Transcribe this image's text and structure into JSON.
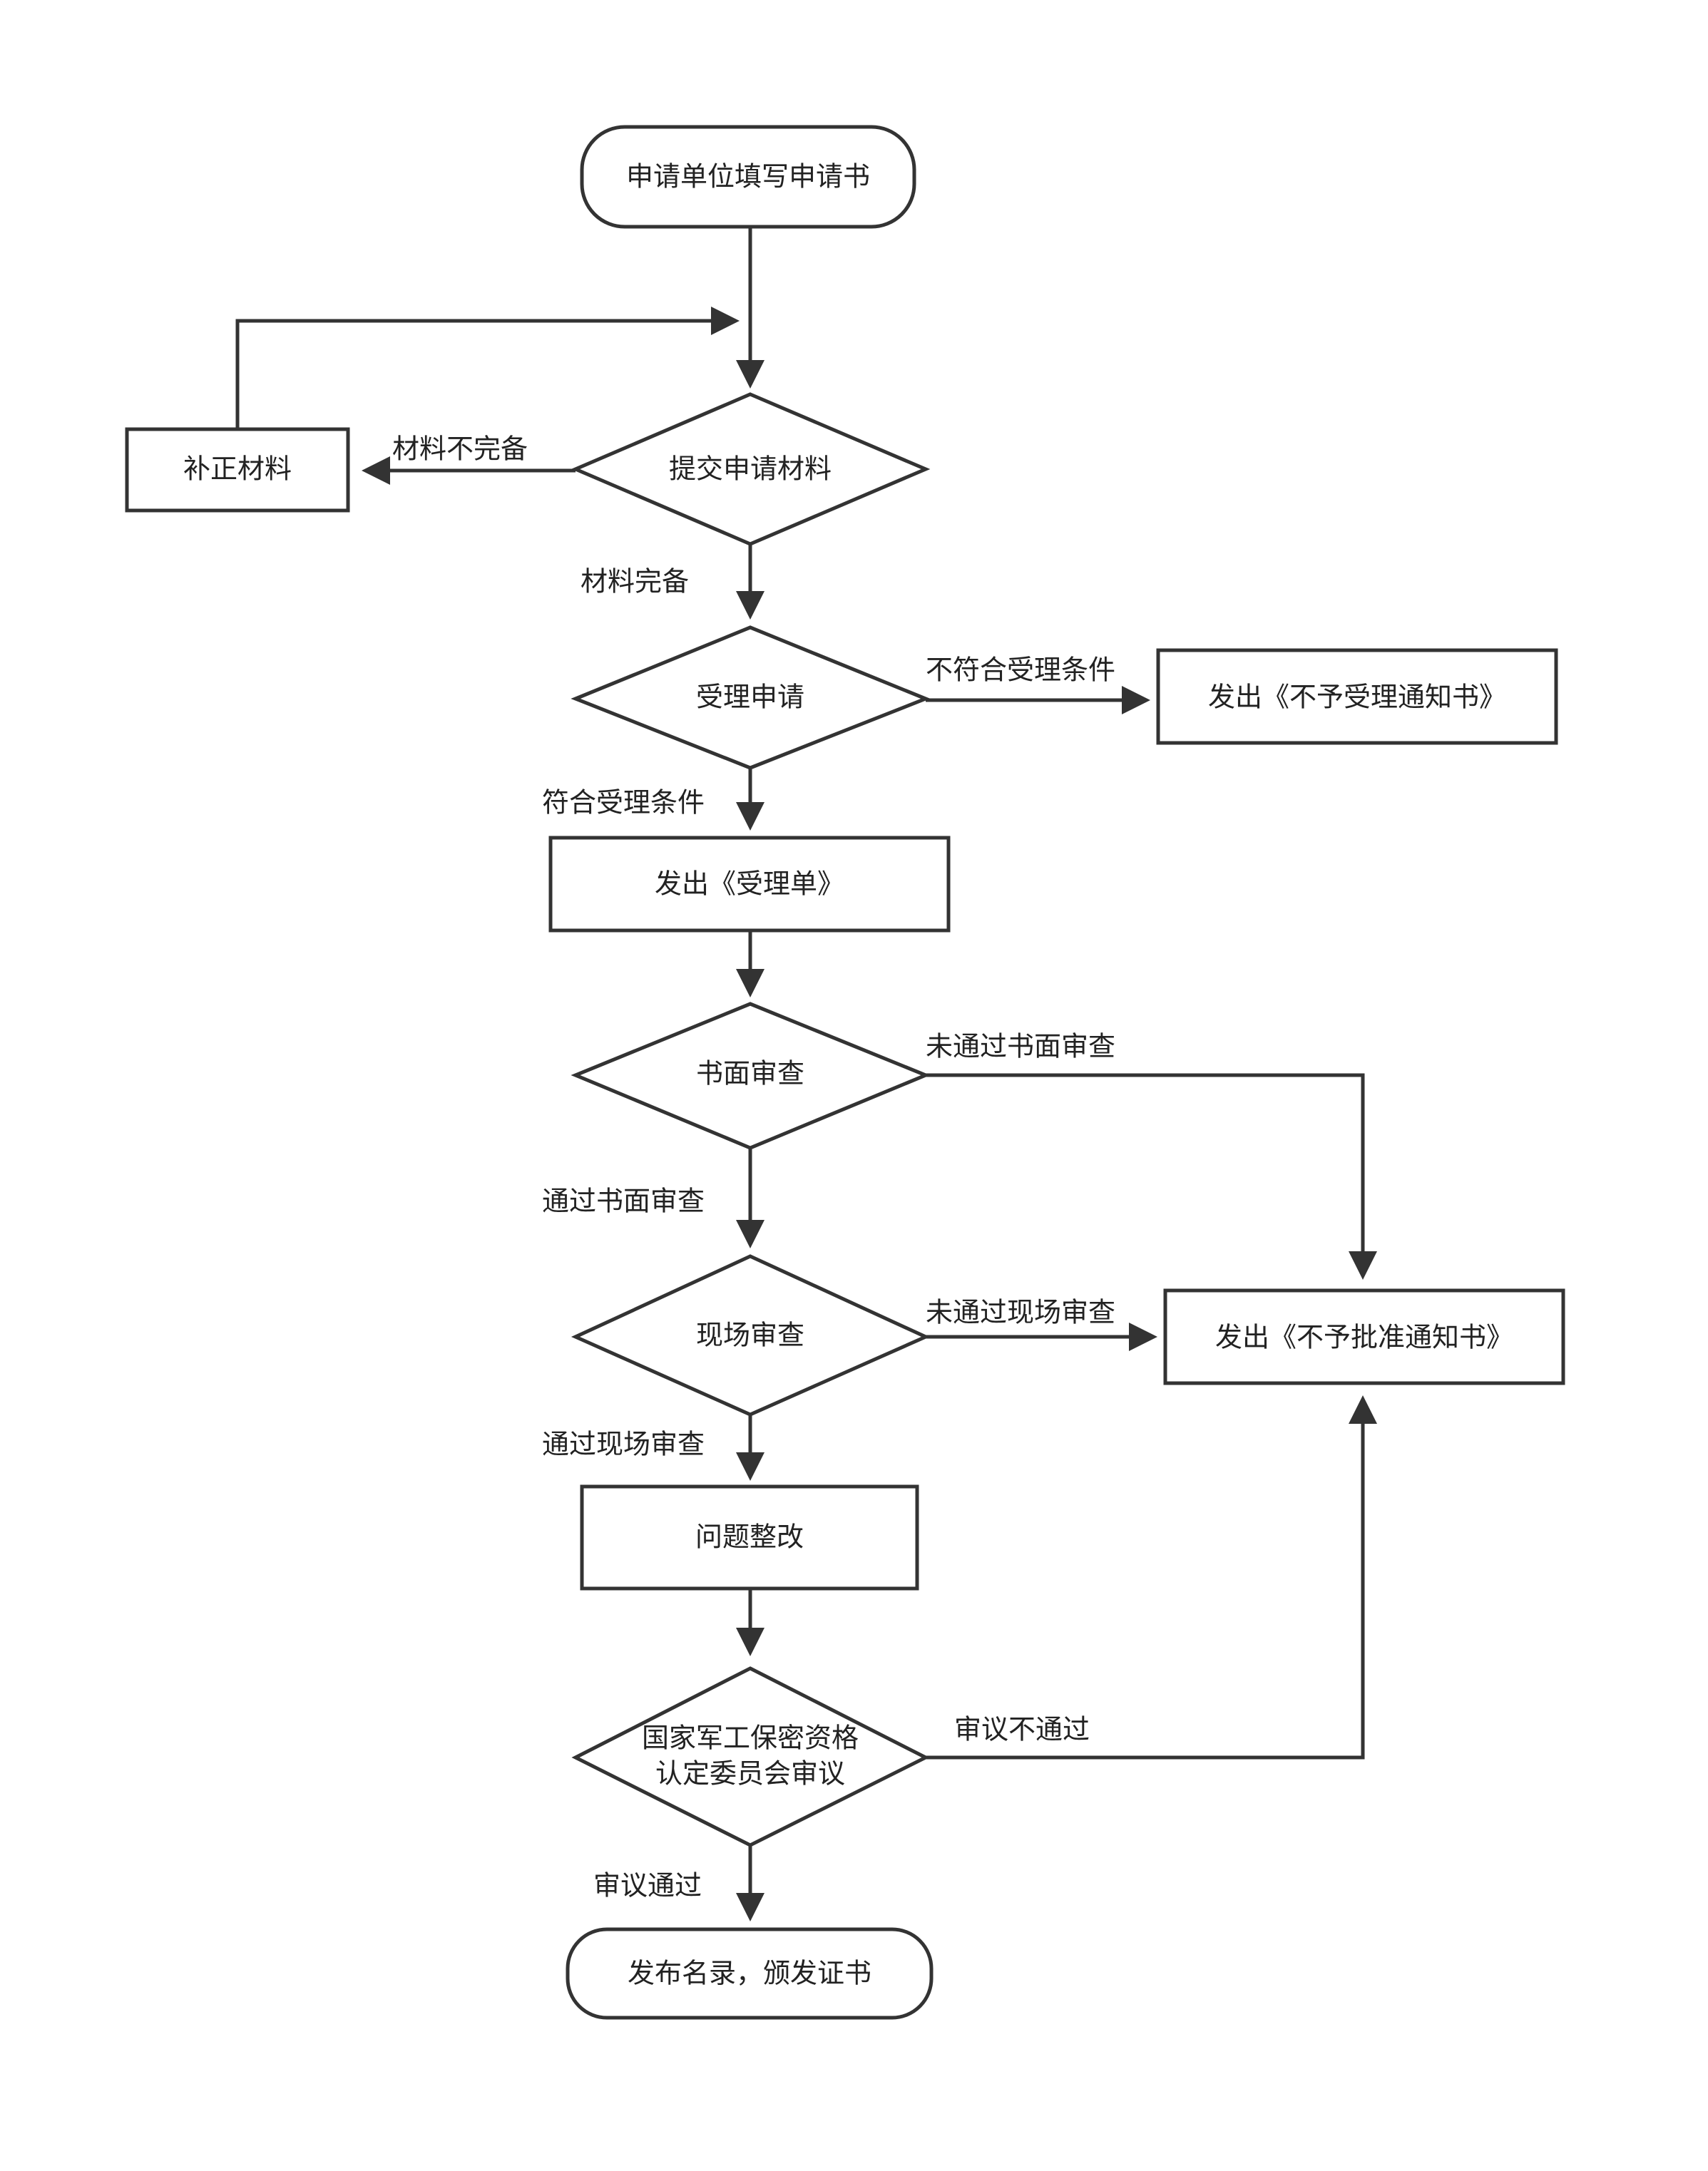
{
  "nodes": {
    "fill_application": "申请单位填写申请书",
    "supplement_materials": "补正材料",
    "submit_materials": "提交申请材料",
    "accept_application": "受理申请",
    "issue_rejection_notice": "发出《不予受理通知书》",
    "issue_acceptance_form": "发出《受理单》",
    "document_review": "书面审查",
    "onsite_review": "现场审查",
    "issue_denial_notice": "发出《不予批准通知书》",
    "rectification": "问题整改",
    "committee_review_line1": "国家军工保密资格",
    "committee_review_line2": "认定委员会审议",
    "publish_certificate": "发布名录，颁发证书"
  },
  "edges": {
    "materials_incomplete": "材料不完备",
    "materials_complete": "材料完备",
    "not_meet_conditions": "不符合受理条件",
    "meet_conditions": "符合受理条件",
    "failed_document_review": "未通过书面审查",
    "passed_document_review": "通过书面审查",
    "failed_onsite_review": "未通过现场审查",
    "passed_onsite_review": "通过现场审查",
    "review_not_passed": "审议不通过",
    "review_passed": "审议通过"
  }
}
